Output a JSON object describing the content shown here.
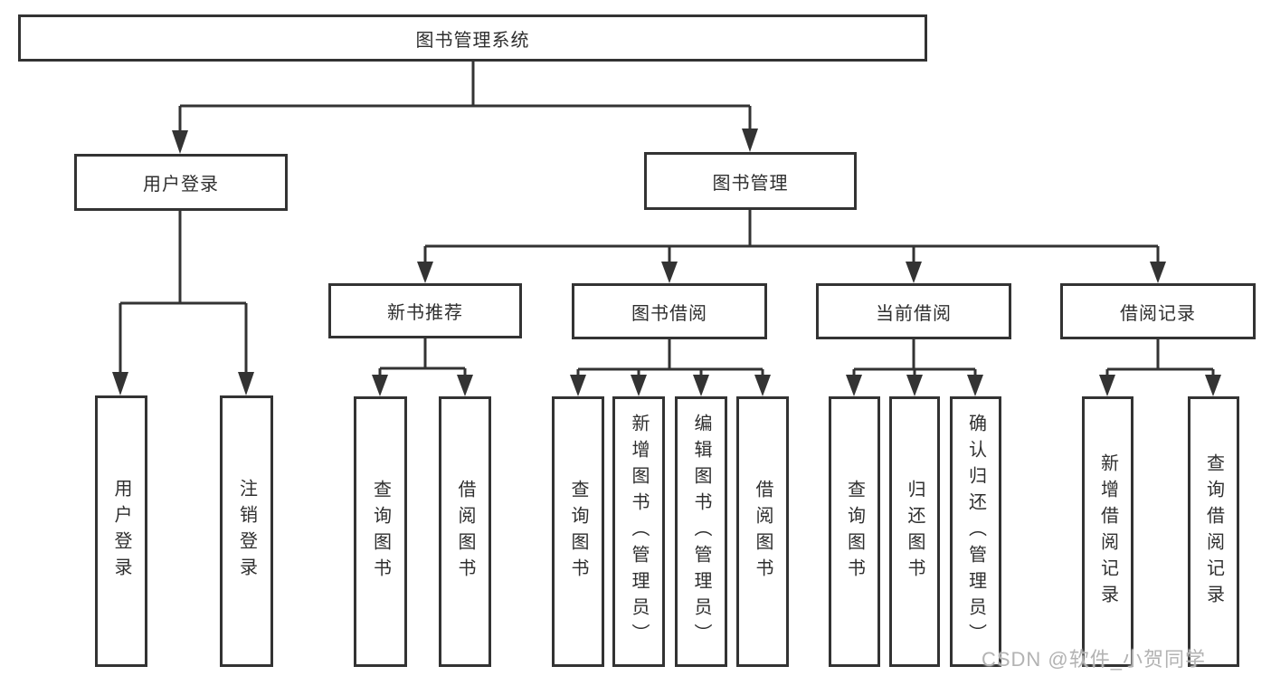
{
  "diagram": {
    "root": {
      "label": "图书管理系统"
    },
    "level2": [
      {
        "label": "用户登录"
      },
      {
        "label": "图书管理"
      }
    ],
    "level3": [
      {
        "label": "新书推荐"
      },
      {
        "label": "图书借阅"
      },
      {
        "label": "当前借阅"
      },
      {
        "label": "借阅记录"
      }
    ],
    "leaves": {
      "user_login": [
        "用户登录",
        "注销登录"
      ],
      "new_books": [
        "查询图书",
        "借阅图书"
      ],
      "book_borrow": [
        "查询图书",
        "新增图书（管理员）",
        "编辑图书（管理员）",
        "借阅图书"
      ],
      "current_borrow": [
        "查询图书",
        "归还图书",
        "确认归还（管理员）"
      ],
      "borrow_records": [
        "新增借阅记录",
        "查询借阅记录"
      ]
    }
  },
  "watermark": {
    "text": "CSDN @软件_小贺同学"
  },
  "colors": {
    "line": "#333333",
    "text": "#2f2f2f",
    "box_background": "#ffffff",
    "page_background": "#ffffff",
    "watermark": "#b3b3b3"
  }
}
